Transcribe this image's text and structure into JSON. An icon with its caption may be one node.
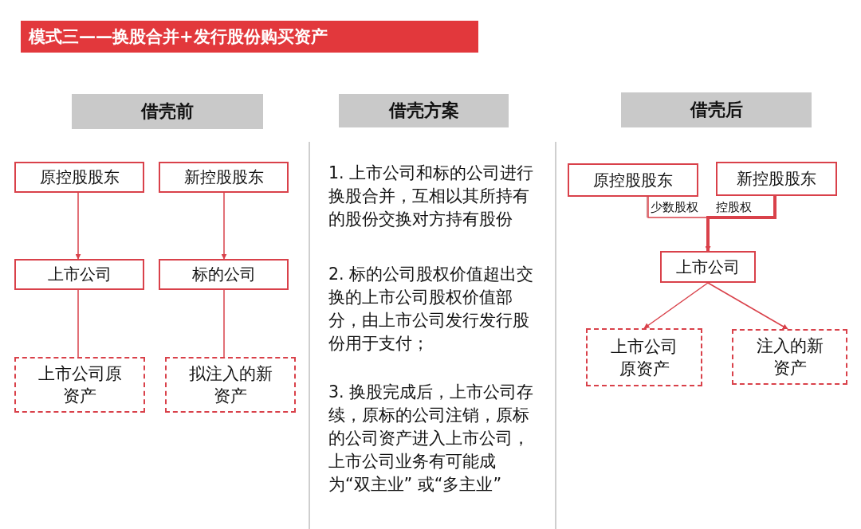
{
  "diagram": {
    "title": "模式三——换股合并+发行股份购买资产",
    "nodes": [
      {
        "text": [
          "借壳前"
        ]
      },
      {
        "text": [
          "借壳方案"
        ]
      },
      {
        "text": [
          "借壳后"
        ]
      },
      {
        "text": [
          "原控股股东"
        ]
      },
      {
        "text": [
          "新控股股东"
        ]
      },
      {
        "text": [
          "上市公司"
        ]
      },
      {
        "text": [
          "标的公司"
        ]
      },
      {
        "text": [
          "上市公司原资产"
        ]
      },
      {
        "text": [
          "拟注入的新资产"
        ]
      },
      {
        "text": [
          "原控股股东"
        ]
      },
      {
        "text": [
          "新控股股东"
        ]
      },
      {
        "text": [
          "上市公司"
        ]
      },
      {
        "text": [
          "上市公司原资产"
        ]
      },
      {
        "text": [
          "注入的新资产"
        ]
      }
    ],
    "edges": [
      {
        "from": 3,
        "to": 5,
        "arrow": "to"
      },
      {
        "from": 4,
        "to": 6,
        "arrow": "to"
      },
      {
        "from": 5,
        "to": 7,
        "arrow": "none"
      },
      {
        "from": 6,
        "to": 8,
        "arrow": "none"
      },
      {
        "from": 9,
        "to": 11,
        "arrow": "to",
        "label": "少数股权"
      },
      {
        "from": 10,
        "to": 11,
        "arrow": "to",
        "label": "控股权",
        "style": "thick"
      },
      {
        "from": 11,
        "to": 12,
        "arrow": "to"
      },
      {
        "from": 11,
        "to": 13,
        "arrow": "to"
      }
    ],
    "labels": [
      "1. 上市公司和标的公司进行换股合并，互相以其所持有的股份交换对方持有股份",
      "2. 标的公司股权价值超出交换的上市公司股权价值部分，由上市公司发行发行股份用于支付；",
      "3. 换股完成后，上市公司存续，原标的公司注销，原标的公司资产进入上市公司，上市公司业务有可能成为“双主业” 或“多主业”"
    ]
  }
}
